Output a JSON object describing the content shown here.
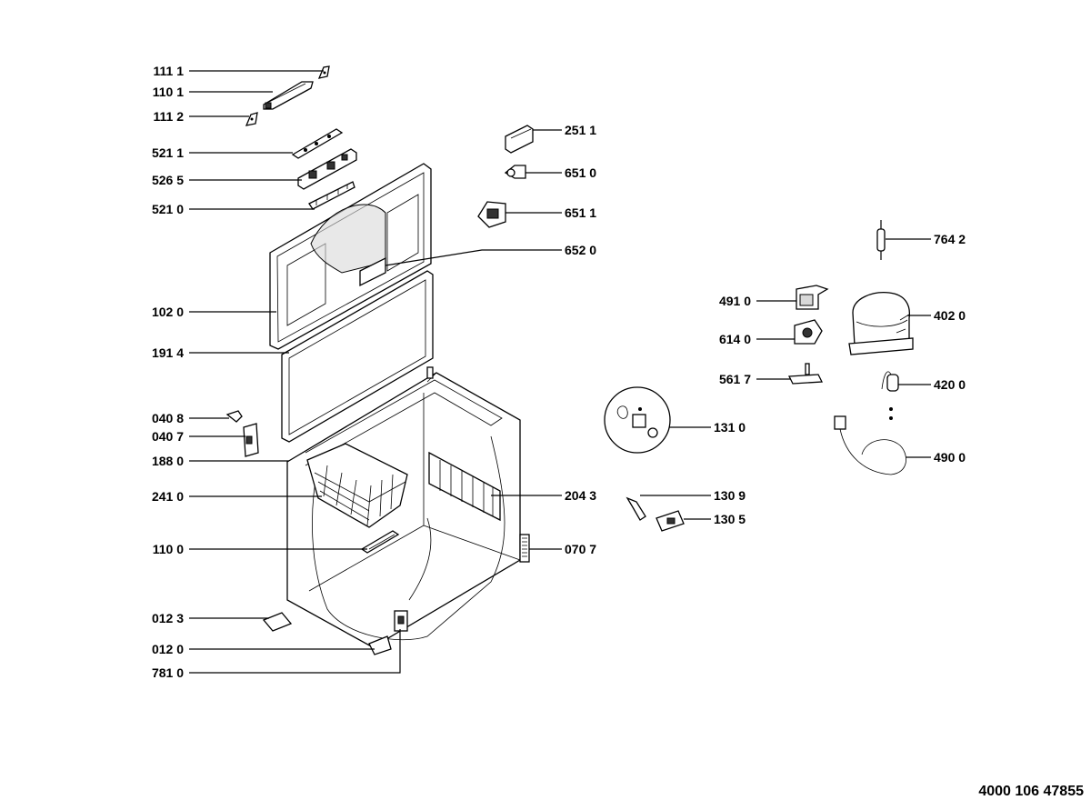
{
  "document_number": "4000 106 47855",
  "callouts_left": [
    {
      "id": "111-1",
      "label": "111 1"
    },
    {
      "id": "110-1",
      "label": "110 1"
    },
    {
      "id": "111-2",
      "label": "111 2"
    },
    {
      "id": "521-1",
      "label": "521 1"
    },
    {
      "id": "526-5",
      "label": "526 5"
    },
    {
      "id": "521-0",
      "label": "521 0"
    },
    {
      "id": "102-0",
      "label": "102 0"
    },
    {
      "id": "191-4",
      "label": "191 4"
    },
    {
      "id": "040-8",
      "label": "040 8"
    },
    {
      "id": "040-7",
      "label": "040 7"
    },
    {
      "id": "188-0",
      "label": "188 0"
    },
    {
      "id": "241-0",
      "label": "241 0"
    },
    {
      "id": "110-0",
      "label": "110 0"
    },
    {
      "id": "012-3",
      "label": "012 3"
    },
    {
      "id": "012-0",
      "label": "012 0"
    },
    {
      "id": "781-0",
      "label": "781 0"
    },
    {
      "id": "491-0",
      "label": "491 0"
    },
    {
      "id": "614-0",
      "label": "614 0"
    },
    {
      "id": "561-7",
      "label": "561 7"
    }
  ],
  "callouts_right": [
    {
      "id": "251-1",
      "label": "251 1"
    },
    {
      "id": "651-0",
      "label": "651 0"
    },
    {
      "id": "651-1",
      "label": "651 1"
    },
    {
      "id": "652-0",
      "label": "652 0"
    },
    {
      "id": "764-2",
      "label": "764 2"
    },
    {
      "id": "402-0",
      "label": "402 0"
    },
    {
      "id": "420-0",
      "label": "420 0"
    },
    {
      "id": "131-0",
      "label": "131 0"
    },
    {
      "id": "490-0",
      "label": "490 0"
    },
    {
      "id": "204-3",
      "label": "204 3"
    },
    {
      "id": "130-9",
      "label": "130 9"
    },
    {
      "id": "130-5",
      "label": "130 5"
    },
    {
      "id": "070-7",
      "label": "070 7"
    }
  ]
}
